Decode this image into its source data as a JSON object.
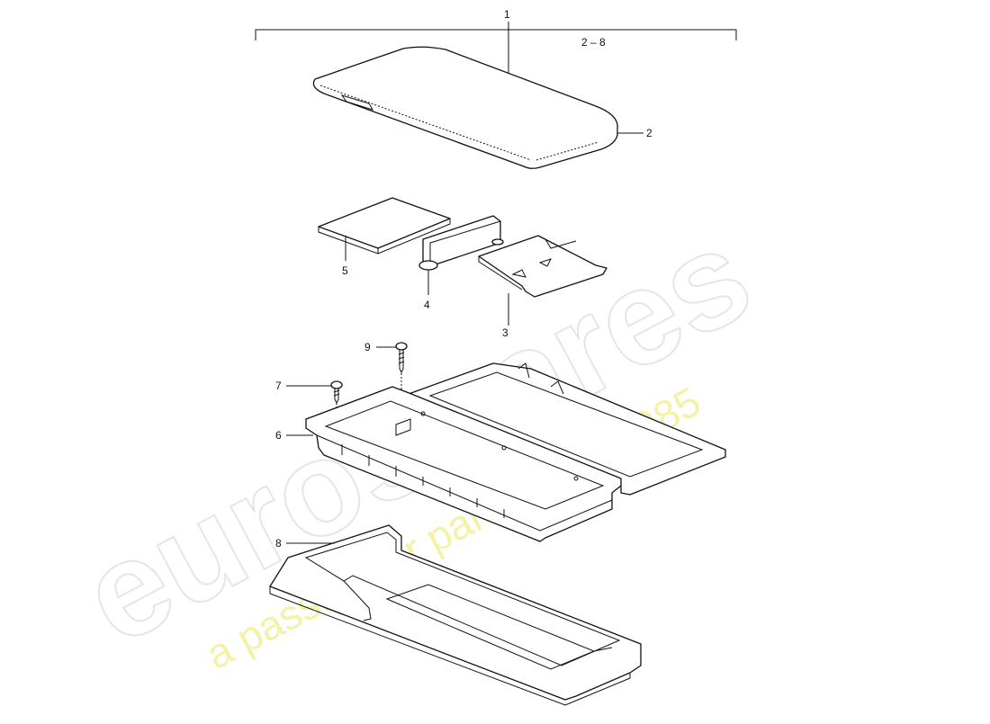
{
  "diagram": {
    "group": {
      "main_label": "1",
      "range_label": "2 – 8"
    },
    "callouts": {
      "p2": "2",
      "p3": "3",
      "p4": "4",
      "p5": "5",
      "p6": "6",
      "p7": "7",
      "p8": "8",
      "p9": "9"
    }
  },
  "watermark": {
    "logo": "eurospares",
    "tagline": "a passion for parts since 1985"
  },
  "colors": {
    "line": "#111111",
    "watermark_logo": "#d0d0d0",
    "watermark_tagline": "#f3ef9a"
  }
}
